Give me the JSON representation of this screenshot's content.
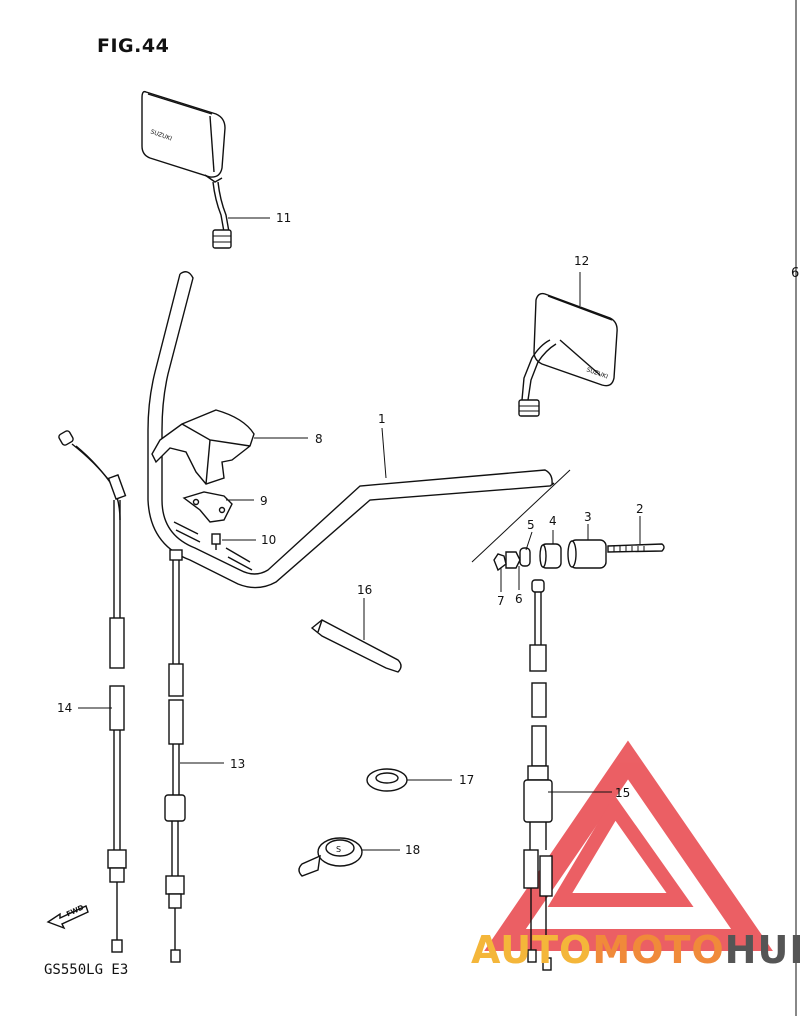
{
  "figure": {
    "title": "FIG.44",
    "model_code": "GS550LG  E3",
    "edge_char": "6"
  },
  "mirror_brand": "SUZUKI",
  "fwd_label": "FWD",
  "watermark": {
    "part1": "AUTO",
    "part2": "MOTO",
    "part3": "HUB"
  },
  "colors": {
    "line": "#111111",
    "watermark_red": "#e8444a",
    "watermark_auto": "#f4b63a",
    "watermark_moto": "#f08a3a",
    "watermark_hub": "#555555"
  },
  "callouts": [
    "1",
    "2",
    "3",
    "4",
    "5",
    "6",
    "7",
    "8",
    "9",
    "10",
    "11",
    "12",
    "13",
    "14",
    "15",
    "16",
    "17",
    "18"
  ]
}
